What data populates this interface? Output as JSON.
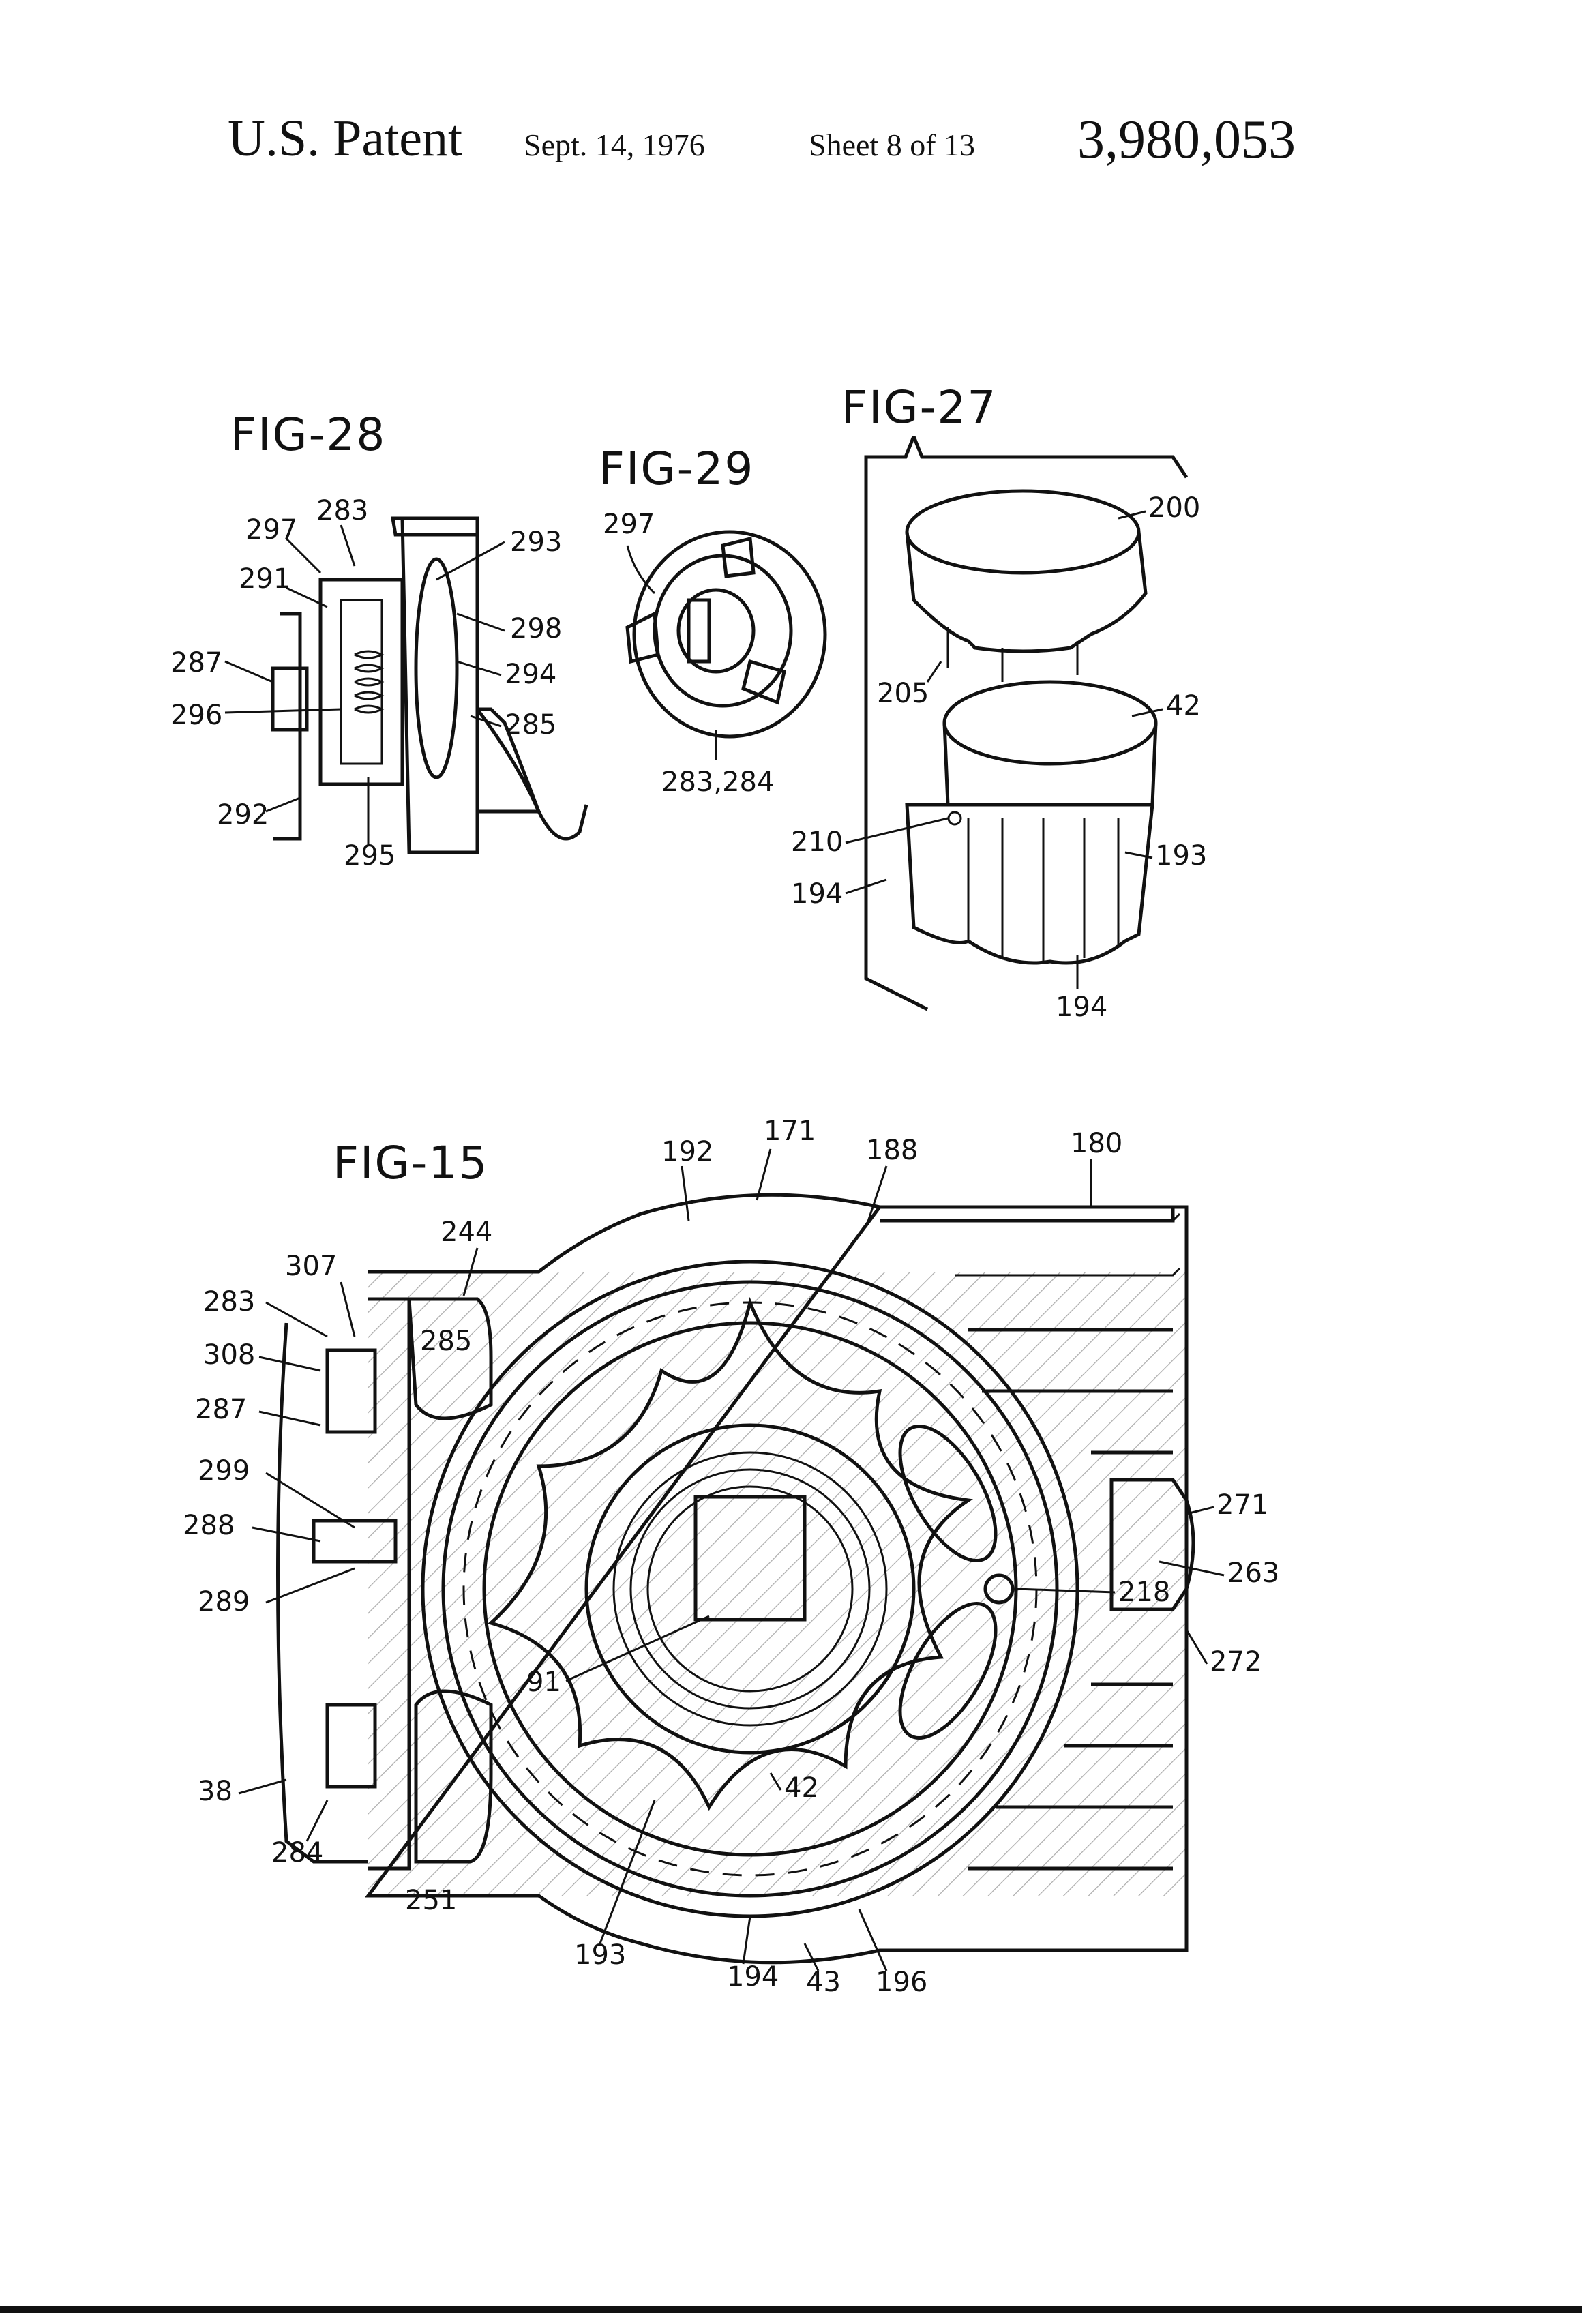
{
  "header": {
    "patent_label": "U.S. Patent",
    "date": "Sept. 14, 1976",
    "sheet": "Sheet 8 of 13",
    "patent_number": "3,980,053"
  },
  "figures": {
    "fig28": {
      "title": "FIG-28",
      "refs": [
        "297",
        "283",
        "291",
        "287",
        "296",
        "292",
        "295",
        "293",
        "298",
        "294",
        "285"
      ]
    },
    "fig29": {
      "title": "FIG-29",
      "refs": [
        "297",
        "283,284"
      ]
    },
    "fig27": {
      "title": "FIG-27",
      "refs": [
        "200",
        "205",
        "42",
        "210",
        "194",
        "193",
        "194"
      ]
    },
    "fig15": {
      "title": "FIG-15",
      "refs": [
        "192",
        "171",
        "188",
        "180",
        "244",
        "307",
        "283",
        "285",
        "308",
        "287",
        "299",
        "288",
        "289",
        "271",
        "263",
        "218",
        "272",
        "91",
        "42",
        "38",
        "284",
        "251",
        "193",
        "194",
        "43",
        "196"
      ]
    }
  }
}
